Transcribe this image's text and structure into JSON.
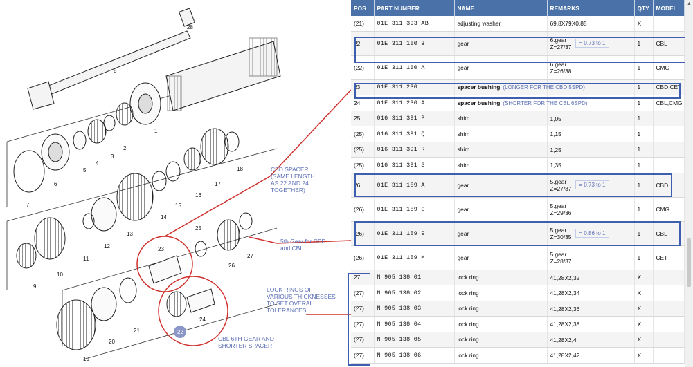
{
  "table": {
    "columns": [
      "POS",
      "PART NUMBER",
      "NAME",
      "REMARKS",
      "QTY",
      "MODEL"
    ],
    "rows": [
      {
        "pos": "(21)",
        "part": "01E  311  393  AB",
        "name": "adjusting washer",
        "name_note": "",
        "remarks": [
          "69,8X79X0,85"
        ],
        "remark_note": "",
        "qty": "X",
        "model": ""
      },
      {
        "pos": "22",
        "part": "01E  311  160  B",
        "name": "gear",
        "name_note": "",
        "remarks": [
          "6.gear",
          "Z=27/37"
        ],
        "remark_note": "= 0.73 to 1",
        "qty": "1",
        "model": "CBL"
      },
      {
        "pos": "(22)",
        "part": "01E  311  160  A",
        "name": "gear",
        "name_note": "",
        "remarks": [
          "6.gear",
          "Z=26/38"
        ],
        "remark_note": "",
        "qty": "1",
        "model": "CMG"
      },
      {
        "pos": "23",
        "part": "01E  311  230",
        "name": "spacer bushing",
        "name_note": "(LONGER FOR THE CBD 5SPD)",
        "remarks": [
          ""
        ],
        "remark_note": "",
        "qty": "1",
        "model": "CBD,CET"
      },
      {
        "pos": "24",
        "part": "01E  311  230  A",
        "name": "spacer bushing",
        "name_note": "(SHORTER FOR THE CBL 6SPD)",
        "remarks": [
          ""
        ],
        "remark_note": "",
        "qty": "1",
        "model": "CBL,CMG"
      },
      {
        "pos": "25",
        "part": "016  311  391  P",
        "name": "shim",
        "name_note": "",
        "remarks": [
          "1,05"
        ],
        "remark_note": "",
        "qty": "1",
        "model": ""
      },
      {
        "pos": "(25)",
        "part": "016  311  391  Q",
        "name": "shim",
        "name_note": "",
        "remarks": [
          "1,15"
        ],
        "remark_note": "",
        "qty": "1",
        "model": ""
      },
      {
        "pos": "(25)",
        "part": "016  311  391  R",
        "name": "shim",
        "name_note": "",
        "remarks": [
          "1,25"
        ],
        "remark_note": "",
        "qty": "1",
        "model": ""
      },
      {
        "pos": "(25)",
        "part": "016  311  391  S",
        "name": "shim",
        "name_note": "",
        "remarks": [
          "1,35"
        ],
        "remark_note": "",
        "qty": "1",
        "model": ""
      },
      {
        "pos": "26",
        "part": "01E  311  159  A",
        "name": "gear",
        "name_note": "",
        "remarks": [
          "5.gear",
          "Z=27/37"
        ],
        "remark_note": "= 0.73 to 1",
        "qty": "1",
        "model": "CBD"
      },
      {
        "pos": "(26)",
        "part": "01E  311  159  C",
        "name": "gear",
        "name_note": "",
        "remarks": [
          "5.gear",
          "Z=29/36"
        ],
        "remark_note": "",
        "qty": "1",
        "model": "CMG"
      },
      {
        "pos": "(26)",
        "part": "01E  311  159  E",
        "name": "gear",
        "name_note": "",
        "remarks": [
          "5.gear",
          "Z=30/35"
        ],
        "remark_note": "= 0.86 to 1",
        "qty": "1",
        "model": "CBL"
      },
      {
        "pos": "(26)",
        "part": "01E  311  159  M",
        "name": "gear",
        "name_note": "",
        "remarks": [
          "5.gear",
          "Z=28/37"
        ],
        "remark_note": "",
        "qty": "1",
        "model": "CET"
      },
      {
        "pos": "27",
        "part": "N    905  138  01",
        "name": "lock ring",
        "name_note": "",
        "remarks": [
          "41,28X2,32"
        ],
        "remark_note": "",
        "qty": "X",
        "model": ""
      },
      {
        "pos": "(27)",
        "part": "N    905  138  02",
        "name": "lock ring",
        "name_note": "",
        "remarks": [
          "41,28X2,34"
        ],
        "remark_note": "",
        "qty": "X",
        "model": ""
      },
      {
        "pos": "(27)",
        "part": "N    905  138  03",
        "name": "lock ring",
        "name_note": "",
        "remarks": [
          "41,28X2,36"
        ],
        "remark_note": "",
        "qty": "X",
        "model": ""
      },
      {
        "pos": "(27)",
        "part": "N    905  138  04",
        "name": "lock ring",
        "name_note": "",
        "remarks": [
          "41,28X2,38"
        ],
        "remark_note": "",
        "qty": "X",
        "model": ""
      },
      {
        "pos": "(27)",
        "part": "N    905  138  05",
        "name": "lock ring",
        "name_note": "",
        "remarks": [
          "41,28X2,4"
        ],
        "remark_note": "",
        "qty": "X",
        "model": ""
      },
      {
        "pos": "(27)",
        "part": "N    905  138  06",
        "name": "lock ring",
        "name_note": "",
        "remarks": [
          "41,28X2,42"
        ],
        "remark_note": "",
        "qty": "X",
        "model": ""
      }
    ]
  },
  "callouts": {
    "cbd_spacer": "CBD SPACER\n(SAME LENGTH\nAS 22 AND 24\nTOGETHER)",
    "fifth_gear": "5th Gear for CBD\nand CBL",
    "lock_rings": "LOCK RINGS OF\nVARIOUS THICKNESSES\nTO SET OVERALL\nTOLERANCES",
    "cbl_sixth": "CBL 6TH GEAR AND\nSHORTER SPACER"
  },
  "diagram_labels": [
    "28",
    "8",
    "1",
    "2",
    "3",
    "4",
    "5",
    "6",
    "7",
    "18",
    "17",
    "16",
    "15",
    "14",
    "13",
    "12",
    "11",
    "10",
    "9",
    "25",
    "26",
    "27",
    "23",
    "22",
    "24",
    "21",
    "20",
    "19"
  ],
  "colors": {
    "header": "#4a72a8",
    "highlight": "#3e5fb0",
    "red_circle": "#d0312d",
    "callout_text": "#5b6fb5"
  }
}
